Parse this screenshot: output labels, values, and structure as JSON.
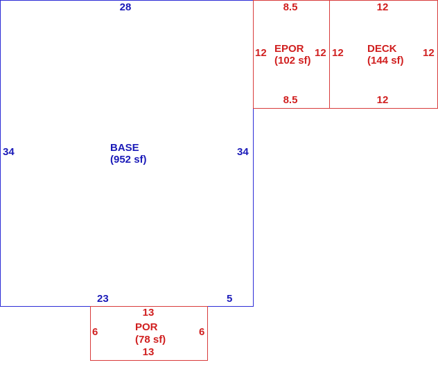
{
  "colors": {
    "base": "#2b2bd6",
    "addition": "#d83a3a",
    "base_text": "#1a1ab8",
    "addition_text": "#d01f1f"
  },
  "areas": {
    "base": {
      "name": "BASE",
      "area": "(952 sf)",
      "dims": {
        "top": "28",
        "left": "34",
        "right": "34",
        "bottom_left": "23",
        "bottom_right": "5"
      }
    },
    "epor": {
      "name": "EPOR",
      "area": "(102 sf)",
      "dims": {
        "top": "8.5",
        "bottom": "8.5",
        "left": "12",
        "right": "12"
      }
    },
    "deck": {
      "name": "DECK",
      "area": "(144 sf)",
      "dims": {
        "top": "12",
        "bottom": "12",
        "left": "12",
        "right": "12"
      }
    },
    "por": {
      "name": "POR",
      "area": "(78 sf)",
      "dims": {
        "top": "13",
        "bottom": "13",
        "left": "6",
        "right": "6"
      }
    }
  }
}
